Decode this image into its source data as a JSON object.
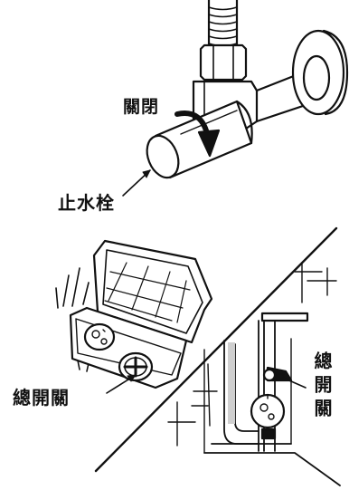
{
  "labels": {
    "close_valve": "關閉",
    "stop_valve": "止水栓",
    "main_switch_left": "總開關",
    "main_switch_right": "總開關"
  },
  "colors": {
    "line": "#111111",
    "background": "#ffffff",
    "shade": "#cfcfcf"
  }
}
